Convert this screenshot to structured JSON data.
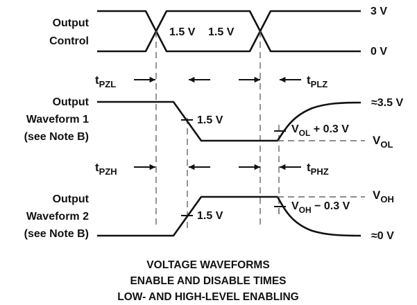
{
  "signal_labels": {
    "output_control": [
      "Output",
      "Control"
    ],
    "waveform1": [
      "Output",
      "Waveform 1",
      "(see Note B)"
    ],
    "waveform2": [
      "Output",
      "Waveform 2",
      "(see Note B)"
    ]
  },
  "level_labels": {
    "control_high": "3 V",
    "control_low": "0 V",
    "wf1_high": "≈3.5 V",
    "wf1_low": "V",
    "wf1_low_sub": "OL",
    "wf2_high": "V",
    "wf2_high_sub": "OH",
    "wf2_low": "≈0 V"
  },
  "threshold_labels": {
    "control_left": "1.5 V",
    "control_right": "1.5 V",
    "wf1": "1.5 V",
    "wf2": "1.5 V"
  },
  "offset_labels": {
    "vol_main": "V",
    "vol_sub": "OL",
    "vol_rest": " + 0.3 V",
    "voh_main": "V",
    "voh_sub": "OH",
    "voh_rest": " − 0.3 V"
  },
  "timing_labels": {
    "tpzl": "t",
    "tpzl_sub": "PZL",
    "tplz": "t",
    "tplz_sub": "PLZ",
    "tpzh": "t",
    "tpzh_sub": "PZH",
    "tphz": "t",
    "tphz_sub": "PHZ"
  },
  "caption": [
    "VOLTAGE WAVEFORMS",
    "ENABLE AND DISABLE TIMES",
    "LOW- AND HIGH-LEVEL ENABLING"
  ]
}
